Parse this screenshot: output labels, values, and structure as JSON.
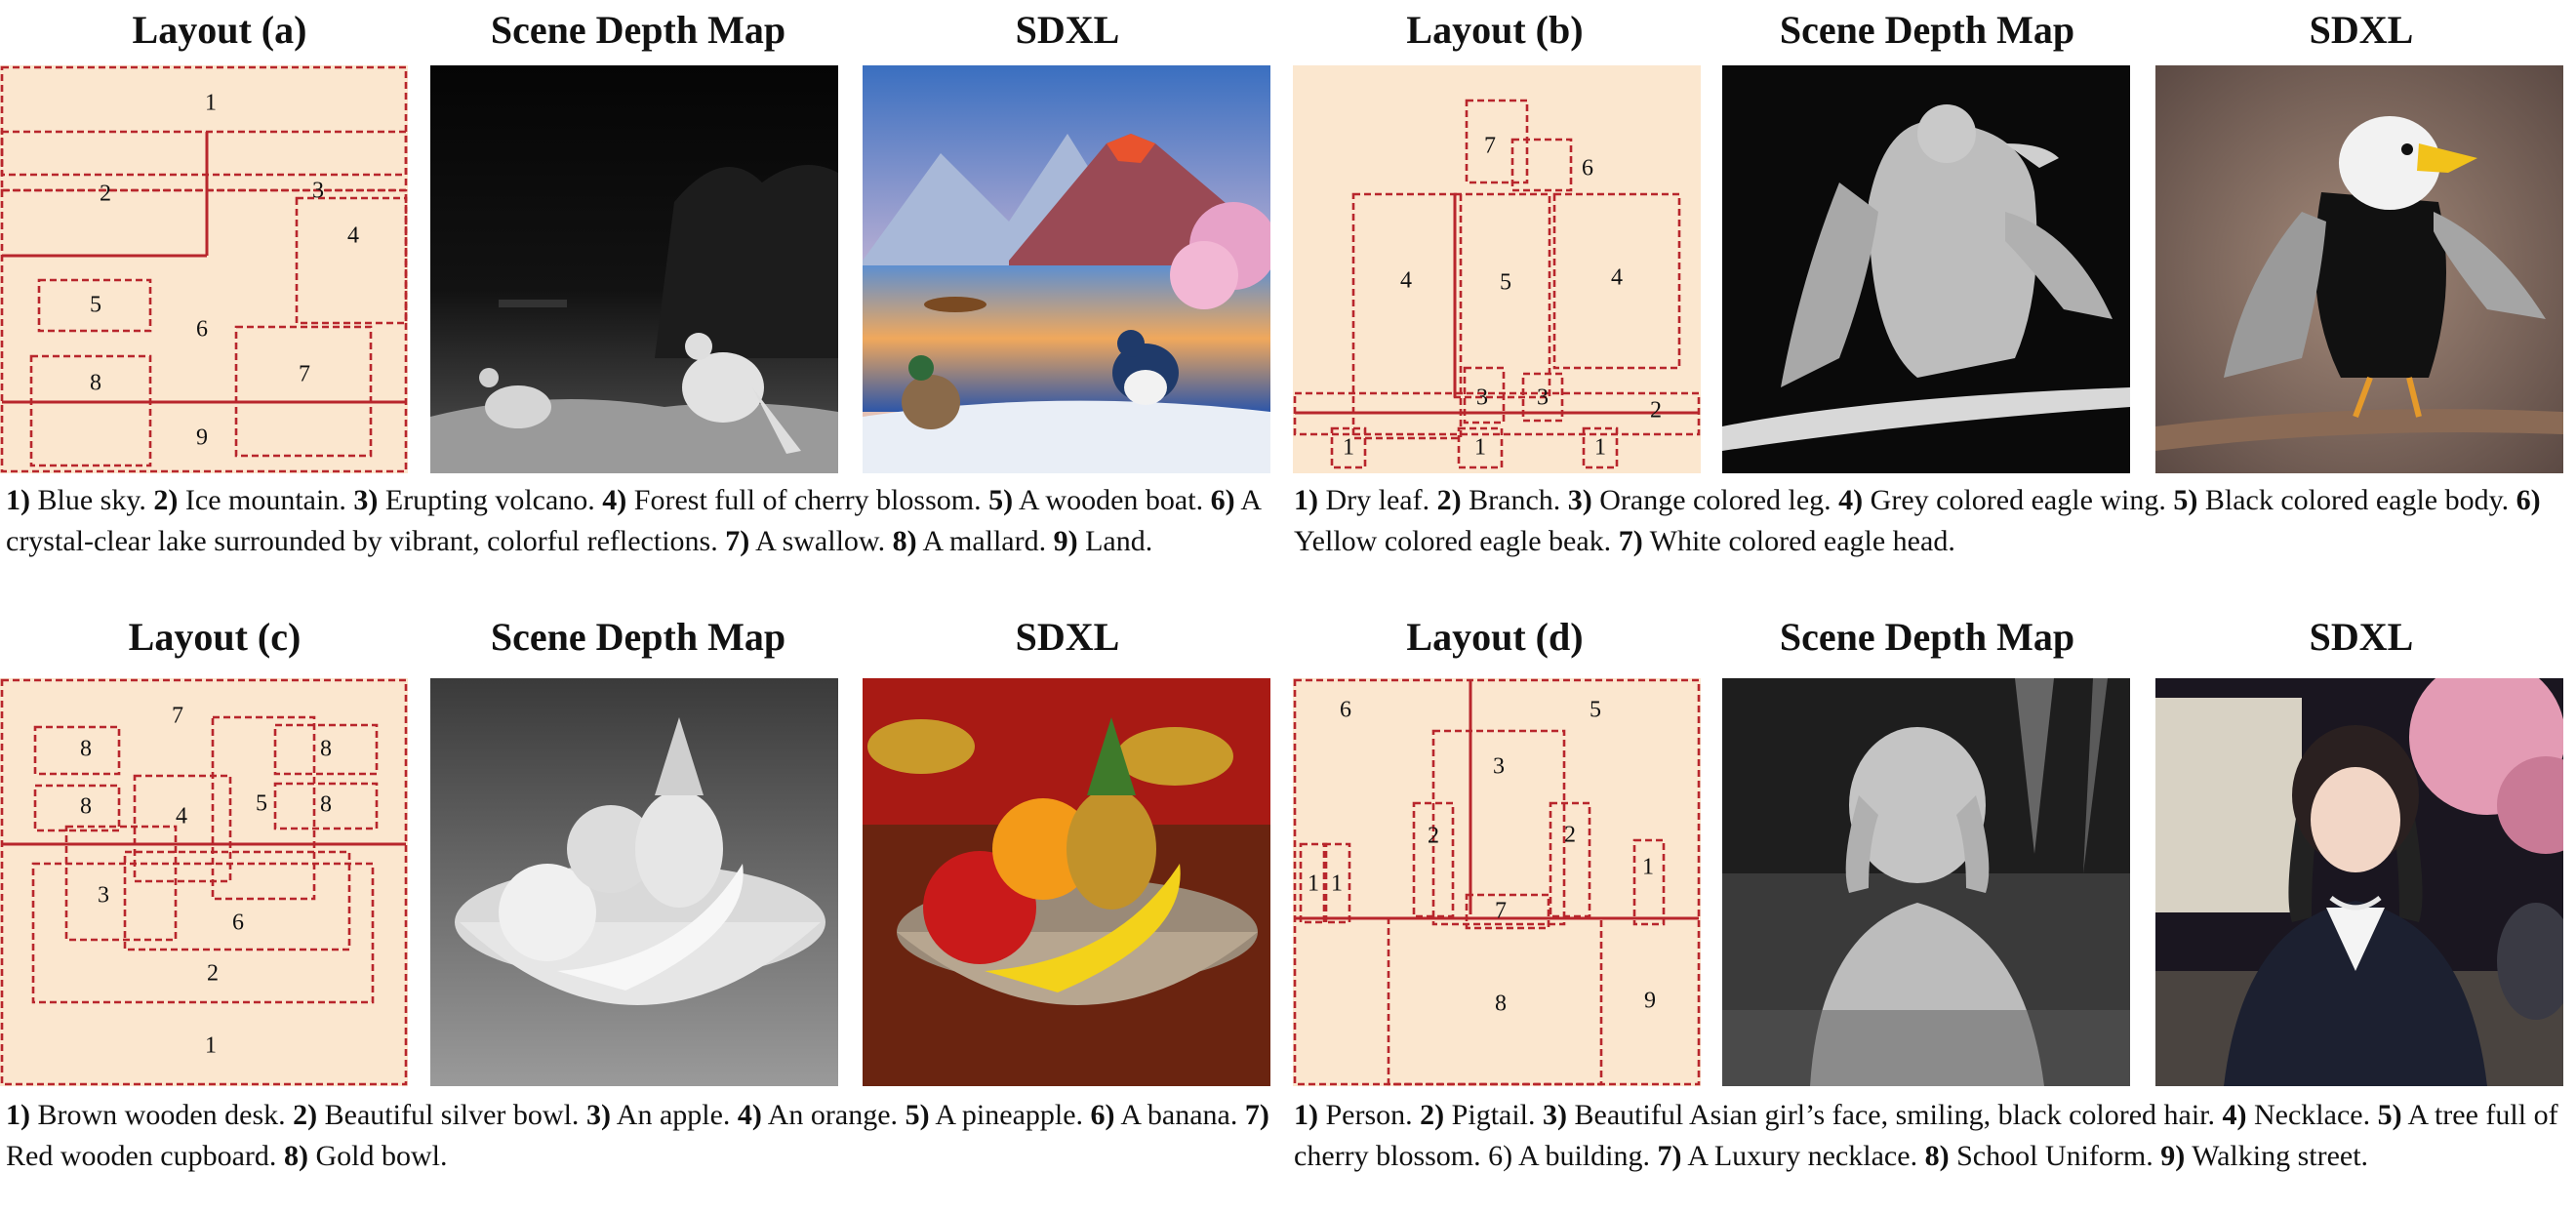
{
  "titles": {
    "layout_a": "Layout (a)",
    "depth_a": "Scene Depth Map",
    "sdxl_a": "SDXL",
    "layout_b": "Layout (b)",
    "depth_b": "Scene Depth Map",
    "sdxl_b": "SDXL",
    "layout_c": "Layout (c)",
    "depth_c": "Scene Depth Map",
    "sdxl_c": "SDXL",
    "layout_d": "Layout (d)",
    "depth_d": "Scene Depth Map",
    "sdxl_d": "SDXL"
  },
  "layout_numbers": {
    "a": [
      "1",
      "2",
      "3",
      "4",
      "5",
      "6",
      "7",
      "8",
      "9"
    ],
    "b": [
      "1",
      "1",
      "1",
      "2",
      "3",
      "3",
      "4",
      "4",
      "5",
      "6",
      "7"
    ],
    "c": [
      "1",
      "2",
      "3",
      "4",
      "5",
      "6",
      "7",
      "8",
      "8",
      "8",
      "8"
    ],
    "d": [
      "1",
      "1",
      "1",
      "2",
      "2",
      "3",
      "5",
      "6",
      "7",
      "8",
      "9"
    ]
  },
  "captions": {
    "a": [
      {
        "k": "1)",
        "t": " Blue sky. "
      },
      {
        "k": "2)",
        "t": " Ice mountain. "
      },
      {
        "k": "3)",
        "t": " Erupting volcano. "
      },
      {
        "k": "4)",
        "t": " Forest full of cherry blossom. "
      },
      {
        "k": "5)",
        "t": " A wooden boat. "
      },
      {
        "k": "6)",
        "t": " A crystal-clear  lake surrounded by vibrant, colorful reflections. "
      },
      {
        "k": "7)",
        "t": " A swallow. "
      },
      {
        "k": "8)",
        "t": " A mallard. "
      },
      {
        "k": "9)",
        "t": " Land."
      }
    ],
    "b": [
      {
        "k": "1)",
        "t": " Dry leaf. "
      },
      {
        "k": "2)",
        "t": " Branch. "
      },
      {
        "k": "3)",
        "t": " Orange colored leg. "
      },
      {
        "k": "4)",
        "t": " Grey colored eagle wing. "
      },
      {
        "k": "5)",
        "t": " Black colored eagle body. "
      },
      {
        "k": "6)",
        "t": " Yellow colored eagle beak. "
      },
      {
        "k": "7)",
        "t": " White colored eagle head."
      }
    ],
    "c": [
      {
        "k": "1)",
        "t": " Brown wooden desk. "
      },
      {
        "k": "2)",
        "t": " Beautiful silver bowl. "
      },
      {
        "k": "3)",
        "t": " An apple. "
      },
      {
        "k": "4)",
        "t": " An orange. "
      },
      {
        "k": "5)",
        "t": " A pineapple. "
      },
      {
        "k": "6)",
        "t": " A banana. "
      },
      {
        "k": "7)",
        "t": " Red wooden cupboard. "
      },
      {
        "k": "8)",
        "t": " Gold bowl."
      }
    ],
    "d": [
      {
        "k": "1)",
        "t": " Person. "
      },
      {
        "k": "2)",
        "t": " Pigtail. "
      },
      {
        "k": "3)",
        "t": " Beautiful Asian girl’s face, smiling, black colored hair. "
      },
      {
        "k": "4)",
        "t": " Necklace. "
      },
      {
        "k": "5)",
        "t": " A tree full of cherry blossom. 6) A building. "
      },
      {
        "k": "7)",
        "t": " A Luxury necklace. "
      },
      {
        "k": "8)",
        "t": " School Uniform. "
      },
      {
        "k": "9)",
        "t": " Walking street."
      }
    ]
  }
}
